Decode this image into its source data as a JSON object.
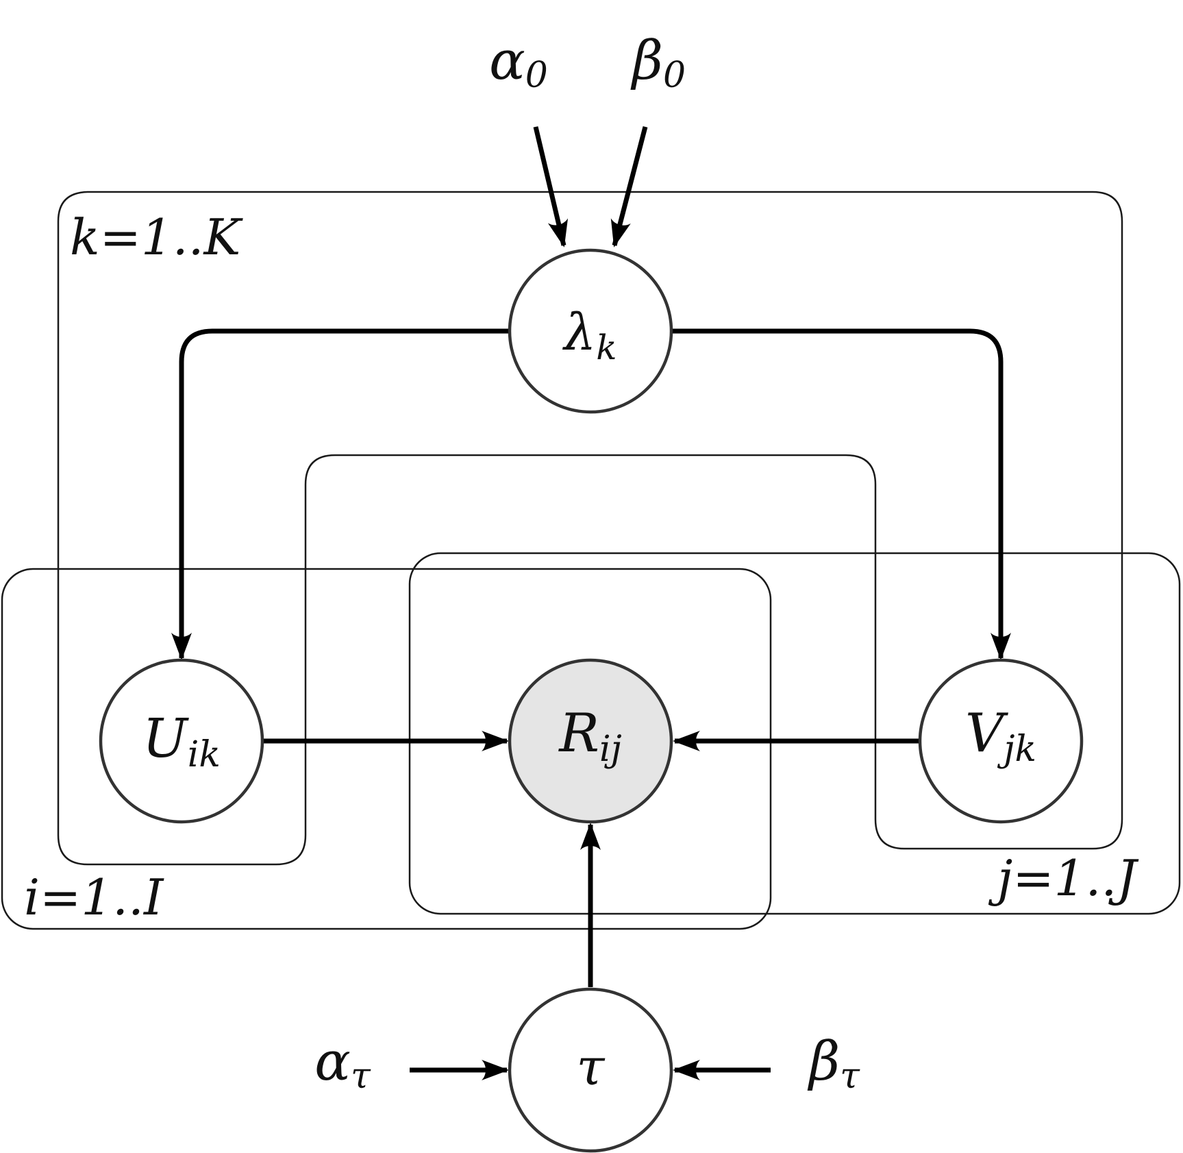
{
  "nodes": {
    "lambda": {
      "symbol": "λ",
      "sub": "k"
    },
    "U": {
      "symbol": "U",
      "sub": "ik"
    },
    "R": {
      "symbol": "R",
      "sub": "ij"
    },
    "V": {
      "symbol": "V",
      "sub": "jk"
    },
    "tau": {
      "symbol": "τ",
      "sub": ""
    }
  },
  "hyperparameters": {
    "alpha0": {
      "symbol": "α",
      "sub": "0"
    },
    "beta0": {
      "symbol": "β",
      "sub": "0"
    },
    "alpha_tau": {
      "symbol": "α",
      "sub": "τ"
    },
    "beta_tau": {
      "symbol": "β",
      "sub": "τ"
    }
  },
  "plates": {
    "k": {
      "label": "k=1..K"
    },
    "i": {
      "label": "i=1..I"
    },
    "j": {
      "label": "j=1..J"
    }
  },
  "colors": {
    "observed_fill": "#e5e5e5",
    "latent_fill": "#ffffff",
    "stroke": "#000000"
  }
}
